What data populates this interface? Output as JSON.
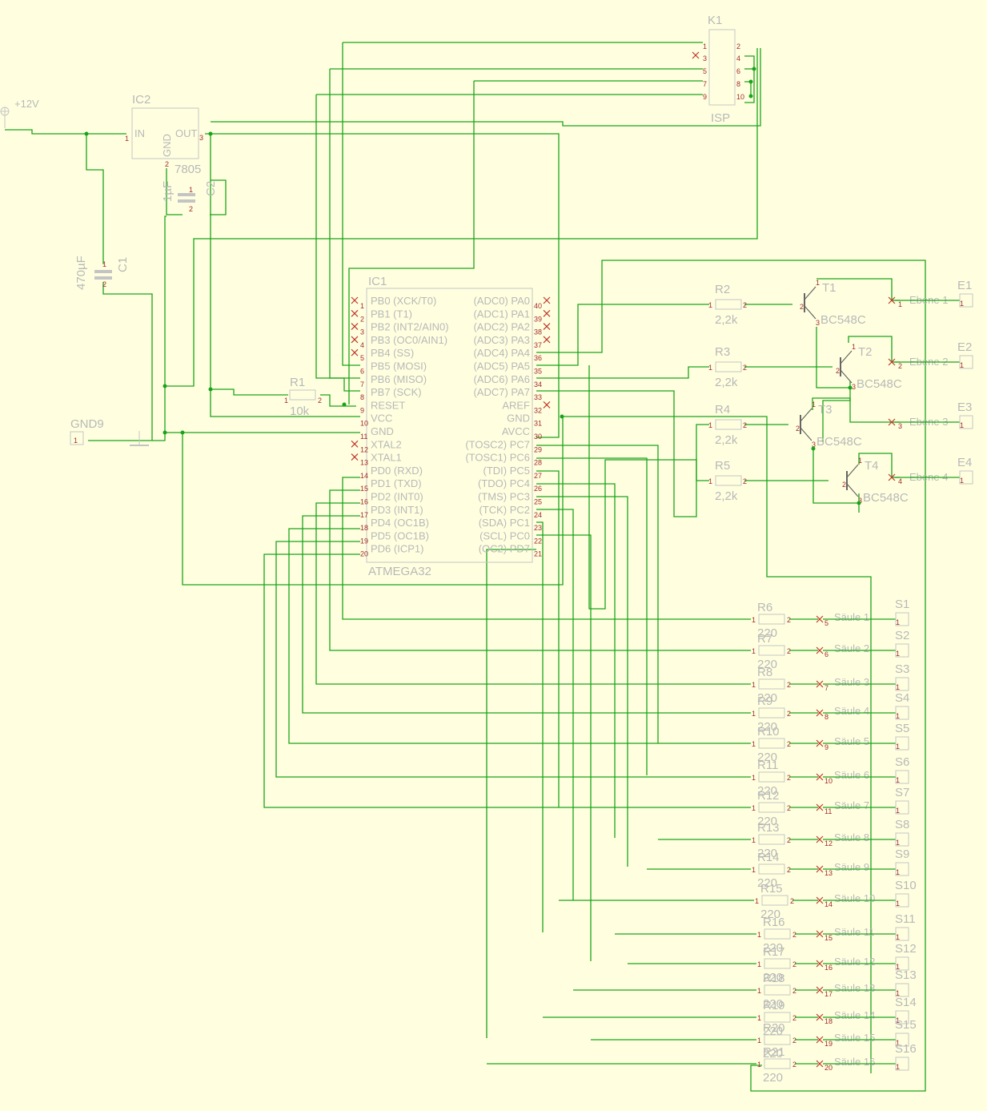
{
  "power": {
    "vcc_label": "+12V",
    "gnd_label": "GND9"
  },
  "regulator": {
    "name": "IC2",
    "value": "7805",
    "pins": [
      "IN",
      "GND",
      "OUT"
    ]
  },
  "capacitors": [
    {
      "name": "C1",
      "value": "470µF"
    },
    {
      "name": "C2",
      "value": "1µF"
    }
  ],
  "isp": {
    "name": "K1",
    "value": "ISP"
  },
  "reset_resistor": {
    "name": "R1",
    "value": "10k"
  },
  "mcu": {
    "name": "IC1",
    "value": "ATMEGA32",
    "left_pins": [
      "PB0 (XCK/T0)",
      "PB1 (T1)",
      "PB2 (INT2/AIN0)",
      "PB3 (OC0/AIN1)",
      "PB4 (SS)",
      "PB5 (MOSI)",
      "PB6 (MISO)",
      "PB7 (SCK)",
      "RESET",
      "VCC",
      "GND",
      "XTAL2",
      "XTAL1",
      "PD0 (RXD)",
      "PD1 (TXD)",
      "PD2 (INT0)",
      "PD3 (INT1)",
      "PD4 (OC1B)",
      "PD5 (OC1B)",
      "PD6 (ICP1)"
    ],
    "right_pins": [
      "(ADC0) PA0",
      "(ADC1) PA1",
      "(ADC2) PA2",
      "(ADC3) PA3",
      "(ADC4) PA4",
      "(ADC5) PA5",
      "(ADC6) PA6",
      "(ADC7) PA7",
      "AREF",
      "GND",
      "AVCC",
      "(TOSC2) PC7",
      "(TOSC1) PC6",
      "(TDI) PC5",
      "(TDO) PC4",
      "(TMS) PC3",
      "(TCK) PC2",
      "(SDA) PC1",
      "(SCL) PC0",
      "(OC2) PD7"
    ]
  },
  "layers": [
    {
      "resistor": "R2",
      "rvalue": "2,2k",
      "transistor": "T1",
      "tvalue": "BC548C",
      "label": "Ebene 1",
      "connector": "E1"
    },
    {
      "resistor": "R3",
      "rvalue": "2,2k",
      "transistor": "T2",
      "tvalue": "BC548C",
      "label": "Ebene 2",
      "connector": "E2"
    },
    {
      "resistor": "R4",
      "rvalue": "2,2k",
      "transistor": "T3",
      "tvalue": "BC548C",
      "label": "Ebene 3",
      "connector": "E3"
    },
    {
      "resistor": "R5",
      "rvalue": "2,2k",
      "transistor": "T4",
      "tvalue": "BC548C",
      "label": "Ebene 4",
      "connector": "E4"
    }
  ],
  "columns": [
    {
      "resistor": "R6",
      "value": "220",
      "label": "Säule 1",
      "connector": "S1"
    },
    {
      "resistor": "R7",
      "value": "220",
      "label": "Säule 2",
      "connector": "S2"
    },
    {
      "resistor": "R8",
      "value": "220",
      "label": "Säule 3",
      "connector": "S3"
    },
    {
      "resistor": "R9",
      "value": "220",
      "label": "Säule 4",
      "connector": "S4"
    },
    {
      "resistor": "R10",
      "value": "220",
      "label": "Säule 5",
      "connector": "S5"
    },
    {
      "resistor": "R11",
      "value": "220",
      "label": "Säule 6",
      "connector": "S6"
    },
    {
      "resistor": "R12",
      "value": "220",
      "label": "Säule 7",
      "connector": "S7"
    },
    {
      "resistor": "R13",
      "value": "220",
      "label": "Säule 8",
      "connector": "S8"
    },
    {
      "resistor": "R14",
      "value": "220",
      "label": "Säule 9",
      "connector": "S9"
    },
    {
      "resistor": "R15",
      "value": "220",
      "label": "Säule 10",
      "connector": "S10"
    },
    {
      "resistor": "R16",
      "value": "220",
      "label": "Säule 11",
      "connector": "S11"
    },
    {
      "resistor": "R17",
      "value": "220",
      "label": "Säule 12",
      "connector": "S12"
    },
    {
      "resistor": "R18",
      "value": "220",
      "label": "Säule 13",
      "connector": "S13"
    },
    {
      "resistor": "R19",
      "value": "220",
      "label": "Säule 14",
      "connector": "S14"
    },
    {
      "resistor": "R20",
      "value": "220",
      "label": "Säule 15",
      "connector": "S15"
    },
    {
      "resistor": "R21",
      "value": "220",
      "label": "Säule 16",
      "connector": "S16"
    }
  ],
  "colors": {
    "background": "#ffffe0",
    "wire": "#1aa31a",
    "component": "#c4c4c4",
    "pin_number": "#a52a2a"
  }
}
